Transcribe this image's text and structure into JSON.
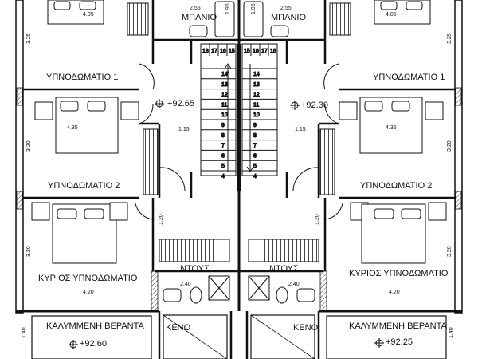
{
  "rooms": {
    "bath": "ΜΠΑΝΙΟ",
    "bedroom1": "ΥΠΝΟΔΩΜΑΤΙΟ 1",
    "bedroom2": "ΥΠΝΟΔΩΜΑΤΙΟ 2",
    "master": "ΚΥΡΙΟΣ ΥΠΝΟΔΩΜΑΤΙΟ",
    "shower": "ΝΤΟΥΣ",
    "veranda": "ΚΑΛΥΜΜΕΝΗ ΒΕΡΑΝΤΑ",
    "void": "ΚΕΝΟ"
  },
  "levels": {
    "left_landing": "+92.65",
    "right_landing": "+92.30",
    "left_veranda": "+92.60",
    "right_veranda": "+92.25"
  },
  "dimensions": {
    "d405": "4.05",
    "d325": "3.25",
    "d435": "4.35",
    "d320": "3.20",
    "d420": "4.20",
    "d255": "2.55",
    "d195": "1.95",
    "d115": "1.15",
    "d120": "1.20",
    "d240": "2.40",
    "d140": "1.40"
  },
  "stairs": {
    "left_top_row": [
      "18",
      "17",
      "16",
      "15"
    ],
    "left_flight": [
      "14'",
      "13",
      "12",
      "11",
      "10",
      "9",
      "8",
      "7",
      "6",
      "5",
      "4"
    ],
    "right_top_row": [
      "15",
      "16",
      "17",
      "18"
    ],
    "right_flight": [
      "14",
      "13",
      "12",
      "11",
      "10",
      "9",
      "8",
      "7",
      "6",
      "5",
      "4"
    ]
  }
}
